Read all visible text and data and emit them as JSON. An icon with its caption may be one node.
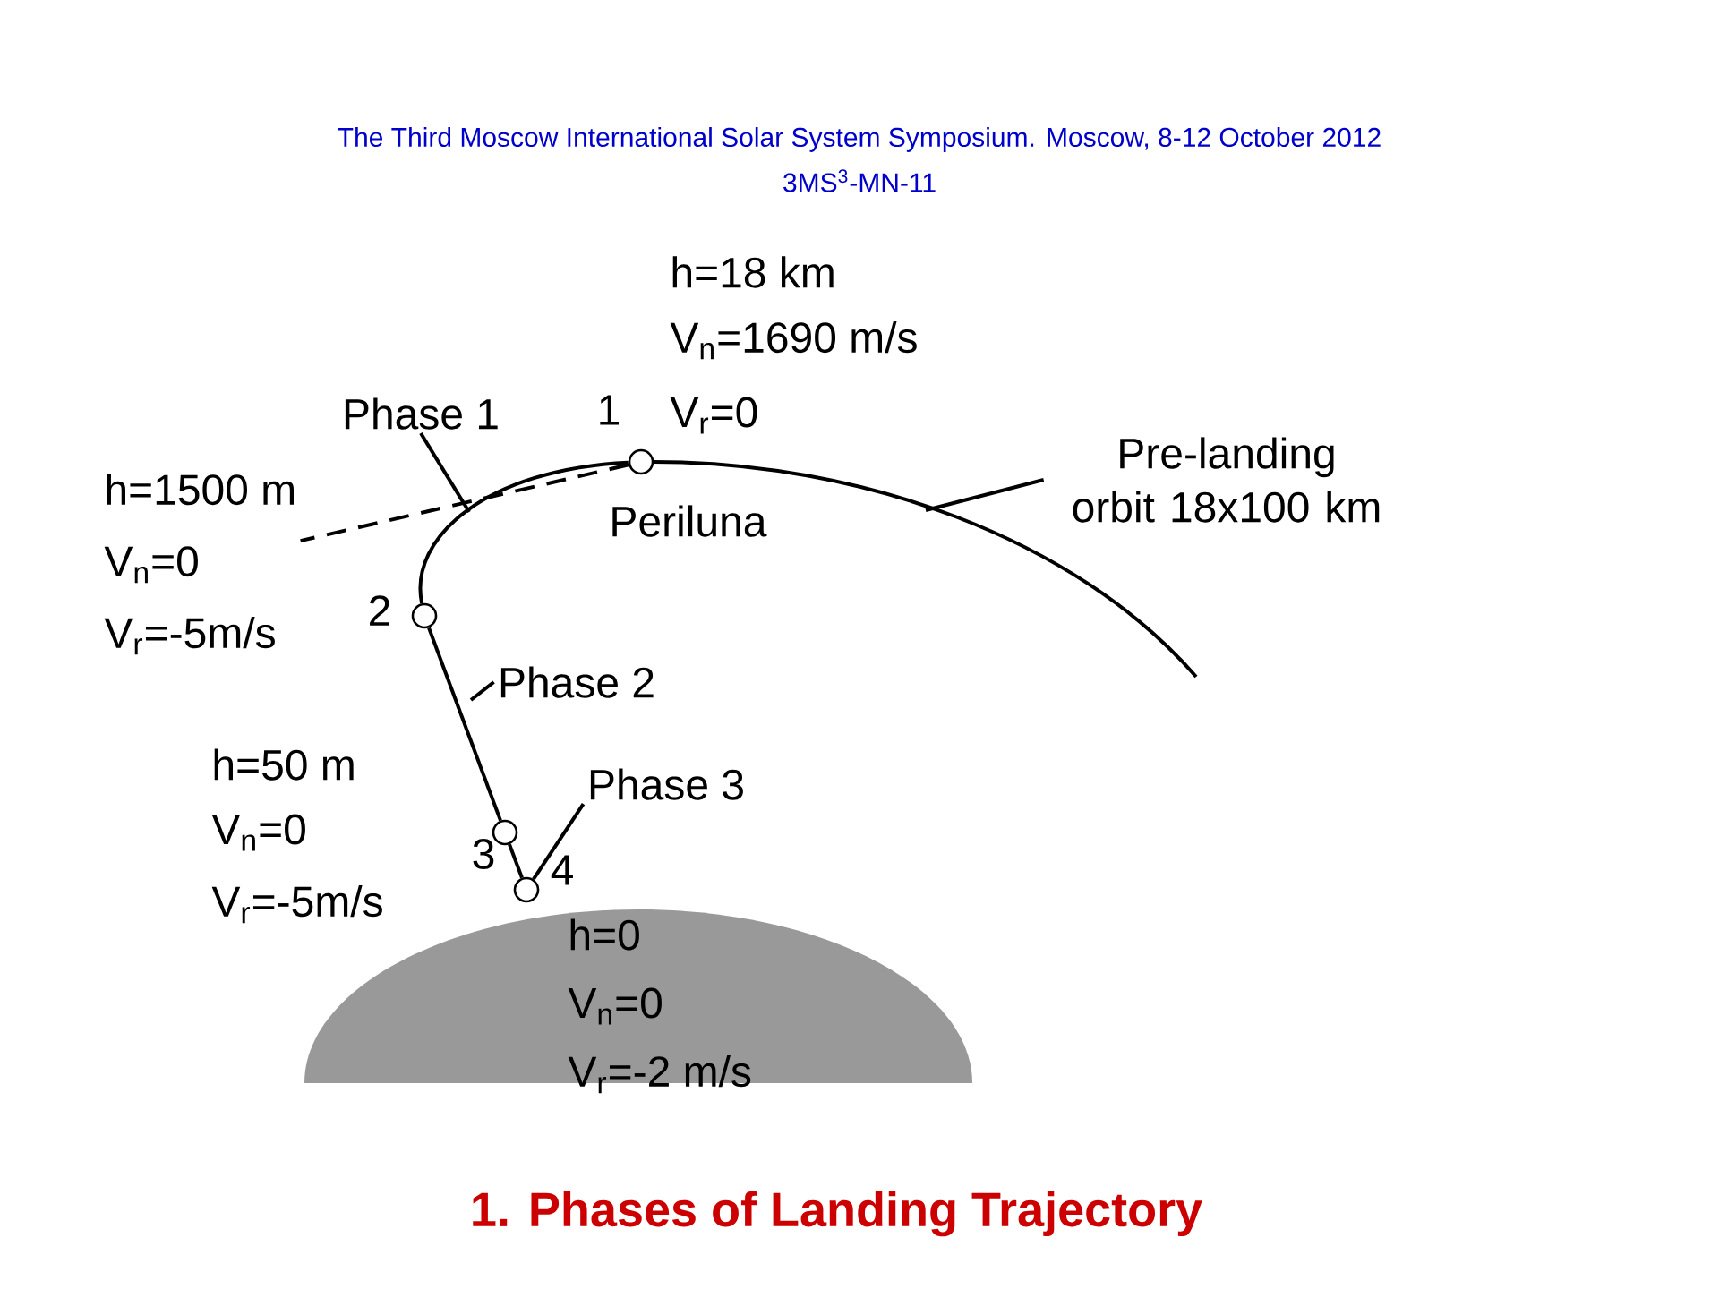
{
  "diagram": {
    "title": "The Third Moscow International Solar System Symposium. Moscow, 8-12 October 2012",
    "caption": "1. Phases of Landing Trajectory",
    "nodes": [
      {
        "text": [],
        "shape": "circle",
        "beside": [
          "1"
        ]
      },
      {
        "text": [],
        "shape": "circle",
        "beside": [
          "2"
        ]
      },
      {
        "text": [],
        "shape": "circle",
        "beside": [
          "3"
        ]
      },
      {
        "text": [],
        "shape": "circle",
        "beside": [
          "4"
        ]
      },
      {
        "text": [
          "h=1500 m",
          "V$_{n}$=0",
          "V$_{r}$=-5m/s"
        ]
      },
      {
        "text": [
          "Phase 1"
        ]
      },
      {
        "text": [
          "Pre-landing orbit 18x100 km"
        ]
      },
      {
        "text": [
          "Phase 2"
        ]
      },
      {
        "text": [
          "Phase 3"
        ]
      }
    ],
    "edges": [
      {
        "from": 0,
        "to": 1,
        "arrow": "none"
      },
      {
        "from": 1,
        "to": 2,
        "arrow": "none"
      },
      {
        "from": 2,
        "to": 3,
        "arrow": "none"
      },
      {
        "from": 0,
        "to": null,
        "arrow": "none"
      },
      {
        "from": 0,
        "to": 4,
        "arrow": "none",
        "style": "dashed"
      },
      {
        "from": 5,
        "to": null,
        "arrow": "none"
      },
      {
        "from": 6,
        "to": null,
        "arrow": "none"
      },
      {
        "from": 7,
        "to": null,
        "arrow": "none"
      },
      {
        "from": 8,
        "to": 3,
        "arrow": "none"
      }
    ],
    "labels": [
      "3MS$^{3}$-MN-11",
      "h=18 km",
      "V$_{n}$=1690 m/s",
      "V$_{r}$=0",
      "Periluna",
      "h=50 m",
      "V$_{n}$=0",
      "V$_{r}$=-5m/s",
      "h=0",
      "V$_{n}$=0",
      "V$_{r}$=-2 m/s"
    ]
  }
}
